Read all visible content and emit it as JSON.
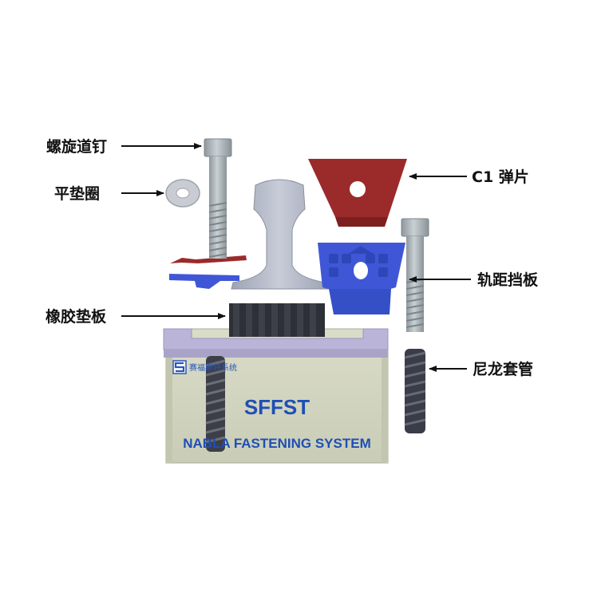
{
  "labels": {
    "spike_screw": "螺旋道钉",
    "flat_washer": "平垫圈",
    "rubber_pad": "橡胶垫板",
    "c1_clip": "C1 弹片",
    "gauge_plate": "轨距挡板",
    "nylon_dowel": "尼龙套管"
  },
  "sleeper": {
    "logo_text": "赛福斯特系统",
    "brand": "SFFST",
    "system_name": "NABLA FASTENING SYSTEM"
  },
  "colors": {
    "clip_red": "#9b2a2a",
    "gauge_blue": "#3f57d6",
    "sleeper_fill": "#d2d6c0",
    "sleeper_top": "#b9b4d6",
    "rail_grey": "#b8bccb",
    "bolt_grey": "#a9b2b8",
    "dowel_dark": "#3a3c48",
    "brand_blue": "#1f4fb5"
  }
}
